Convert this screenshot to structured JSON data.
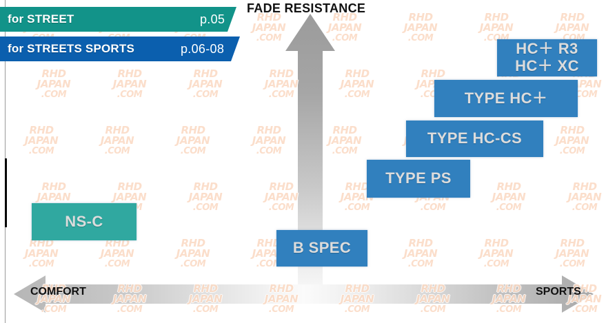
{
  "meta": {
    "chart_title": "FADE RESISTANCE",
    "colors": {
      "blue_box": "#3180be",
      "teal_box": "#30a8a0",
      "green_banner": "#129389",
      "blue_banner": "#0b5fae",
      "box_text": "#dcdcdc",
      "axis_gray_dark": "#9b9b9b",
      "axis_gray_light": "#f2f2f2",
      "watermark": "#fbd9c2"
    }
  },
  "banners": [
    {
      "id": "street",
      "label": "for STREET",
      "page": "p.05",
      "color": "#129389"
    },
    {
      "id": "sports",
      "label": "for STREETS SPORTS",
      "page": "p.06-08",
      "color": "#0b5fae"
    }
  ],
  "axes": {
    "vertical": {
      "title": "FADE RESISTANCE",
      "direction": "up",
      "icon": "up-arrow-icon"
    },
    "horizontal": {
      "left_label": "COMFORT",
      "right_label": "SPORTS",
      "direction": "both",
      "icon": "double-arrow-icon"
    }
  },
  "products": [
    {
      "id": "hc-r3",
      "lines": [
        "HC＋ R3",
        "HC＋ XC"
      ],
      "color": "#3180be",
      "comfort": 0.93,
      "fade": 0.93
    },
    {
      "id": "hc-plus",
      "lines": [
        "TYPE HC＋"
      ],
      "color": "#3180be",
      "comfort": 0.84,
      "fade": 0.8
    },
    {
      "id": "hc-cs",
      "lines": [
        "TYPE HC-CS"
      ],
      "color": "#3180be",
      "comfort": 0.78,
      "fade": 0.66
    },
    {
      "id": "ps",
      "lines": [
        "TYPE PS"
      ],
      "color": "#3180be",
      "comfort": 0.69,
      "fade": 0.53
    },
    {
      "id": "ns-c",
      "lines": [
        "NS-C"
      ],
      "color": "#30a8a0",
      "comfort": 0.14,
      "fade": 0.25
    },
    {
      "id": "b-spec",
      "lines": [
        "B SPEC"
      ],
      "color": "#3180be",
      "comfort": 0.53,
      "fade": 0.16
    }
  ],
  "watermark": {
    "line1": "RHD",
    "line2": "JAPAN",
    "line3": ".COM"
  },
  "chart_data": {
    "type": "scatter",
    "title": "FADE RESISTANCE",
    "xlabel": "COMFORT ↔ SPORTS",
    "ylabel": "FADE RESISTANCE",
    "xlim": [
      0,
      1
    ],
    "ylim": [
      0,
      1
    ],
    "grid": false,
    "legend": "none",
    "categories": [
      "NS-C",
      "B SPEC",
      "TYPE PS",
      "TYPE HC-CS",
      "TYPE HC＋",
      "HC＋ R3 / HC＋ XC"
    ],
    "series": [
      {
        "name": "Brake pad positioning",
        "points": [
          {
            "label": "NS-C",
            "x": 0.14,
            "y": 0.25,
            "color": "#30a8a0"
          },
          {
            "label": "B SPEC",
            "x": 0.53,
            "y": 0.16,
            "color": "#3180be"
          },
          {
            "label": "TYPE PS",
            "x": 0.69,
            "y": 0.53,
            "color": "#3180be"
          },
          {
            "label": "TYPE HC-CS",
            "x": 0.78,
            "y": 0.66,
            "color": "#3180be"
          },
          {
            "label": "TYPE HC＋",
            "x": 0.84,
            "y": 0.8,
            "color": "#3180be"
          },
          {
            "label": "HC＋ R3 / HC＋ XC",
            "x": 0.93,
            "y": 0.93,
            "color": "#3180be"
          }
        ]
      }
    ],
    "annotations": [
      {
        "text": "for STREET",
        "detail": "p.05"
      },
      {
        "text": "for STREETS SPORTS",
        "detail": "p.06-08"
      }
    ]
  }
}
